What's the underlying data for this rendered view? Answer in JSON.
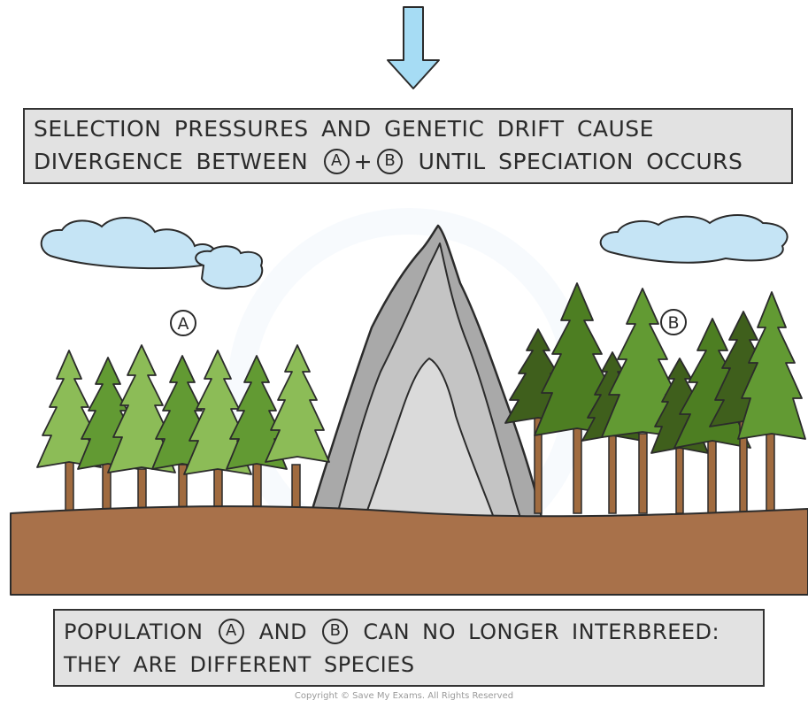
{
  "top_caption": {
    "line1": "SELECTION PRESSURES AND GENETIC DRIFT CAUSE",
    "line2_start": "DIVERGENCE BETWEEN",
    "label_a": "A",
    "plus": "+",
    "label_b": "B",
    "line2_end": "UNTIL SPECIATION OCCURS"
  },
  "scene": {
    "population_a_label": "A",
    "population_b_label": "B"
  },
  "bottom_caption": {
    "line1_start": "POPULATION",
    "label_a": "A",
    "and_word": "AND",
    "label_b": "B",
    "line1_end": "CAN NO LONGER INTERBREED:",
    "line2": "THEY ARE DIFFERENT SPECIES"
  },
  "footer": {
    "copyright": "Copyright © Save My Exams. All Rights Reserved"
  },
  "colors": {
    "arrow": "#a6dcf4",
    "cloud": "#c5e4f5",
    "mountain_outer": "#a9a9a9",
    "mountain_mid": "#c4c4c4",
    "mountain_inner": "#dadada",
    "ground": "#a8714a",
    "trunk": "#a06b3f",
    "tree_light": "#8cbc57",
    "tree_mid": "#629a33",
    "tree_dark_b": "#4d7e22",
    "tree_darkest_b": "#3f5f1c"
  }
}
